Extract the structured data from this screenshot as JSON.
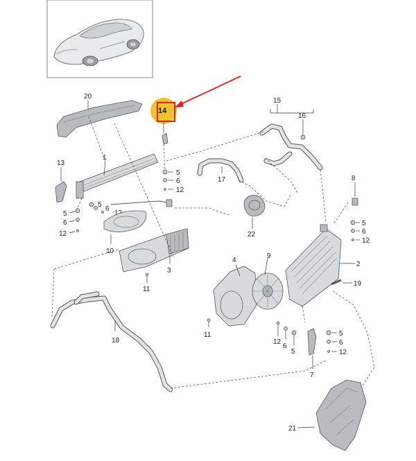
{
  "labels": {
    "l1": "1",
    "l2": "2",
    "l3": "3",
    "l4": "4",
    "l5a": "5",
    "l5b": "5",
    "l5c": "5",
    "l5d": "5",
    "l5e": "5",
    "l6a": "6",
    "l6b": "6",
    "l6c": "6",
    "l6d": "6",
    "l6e": "6",
    "l6f": "6",
    "l7": "7",
    "l8": "8",
    "l9": "9",
    "l10": "10",
    "l11a": "11",
    "l11b": "11",
    "l12a": "12",
    "l12b": "12",
    "l12c": "12",
    "l12d": "12",
    "l12e": "12",
    "l12f": "12",
    "l13": "13",
    "l14": "14",
    "l15": "15",
    "l16": "16",
    "l17": "17",
    "l18": "18",
    "l19": "19",
    "l20": "20",
    "l21": "21",
    "l22": "22"
  },
  "colors": {
    "highlight_circle": "#f0c232",
    "highlight_box": "#e02020",
    "pointer_arrow": "#e02020"
  },
  "icons": {
    "vehicle_thumbnail": "car-thumbnail-icon",
    "pointer": "red-arrow-icon"
  }
}
